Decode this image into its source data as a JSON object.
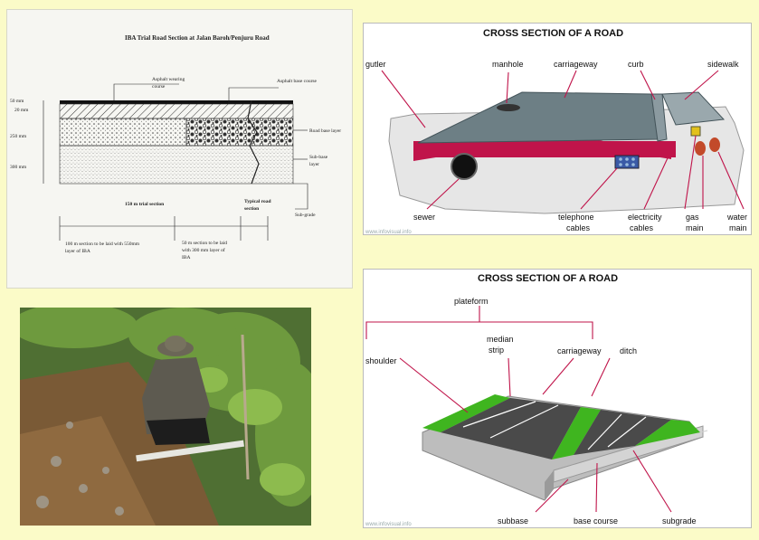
{
  "panel1": {
    "title": "IBA Trial Road Section at Jalan Baroh/Penjuru Road",
    "dims": [
      "50 mm",
      "20 mm",
      "250 mm",
      "300 mm"
    ],
    "asphalt_wearing": "Asphalt wearing",
    "asphalt_wearing2": "course",
    "asphalt_base": "Asphalt base course",
    "road_base": "Road base layer",
    "subbase": "Sub-base",
    "subbase2": "layer",
    "subgrade": "Sub-grade",
    "trial_section": "150 m trial section",
    "typical": "Typical road",
    "typical2": "section",
    "note1a": "100 m section to be laid with 550mm",
    "note1b": "layer of IBA",
    "note2a": "50 m section to be laid",
    "note2b": "with 300 mm layer of",
    "note2c": "IBA"
  },
  "panel2": {
    "title": "CROSS SECTION OF A ROAD",
    "labels": {
      "gutter": "gutler",
      "manhole": "manhole",
      "carriageway": "carriageway",
      "curb": "curb",
      "sidewalk": "sidewalk",
      "sewer": "sewer",
      "telephone1": "telephone",
      "telephone2": "cables",
      "electricity1": "electricity",
      "electricity2": "cables",
      "gas1": "gas",
      "gas2": "main",
      "water1": "water",
      "water2": "main"
    },
    "watermark": "www.infovisual.info"
  },
  "panel4": {
    "title": "CROSS SECTION OF A ROAD",
    "labels": {
      "plateform": "plateform",
      "shoulder": "shoulder",
      "median1": "median",
      "median2": "strip",
      "carriageway": "carriageway",
      "ditch": "ditch",
      "subbase": "subbase",
      "base_course": "base course",
      "subgrade": "subgrade"
    },
    "watermark": "www.infovisual.info"
  },
  "colors": {
    "background": "#fbfbc8",
    "road_gray": "#4a4a4a",
    "green": "#3fb51f",
    "crimson": "#c0144a",
    "slate": "#6d7f85"
  }
}
